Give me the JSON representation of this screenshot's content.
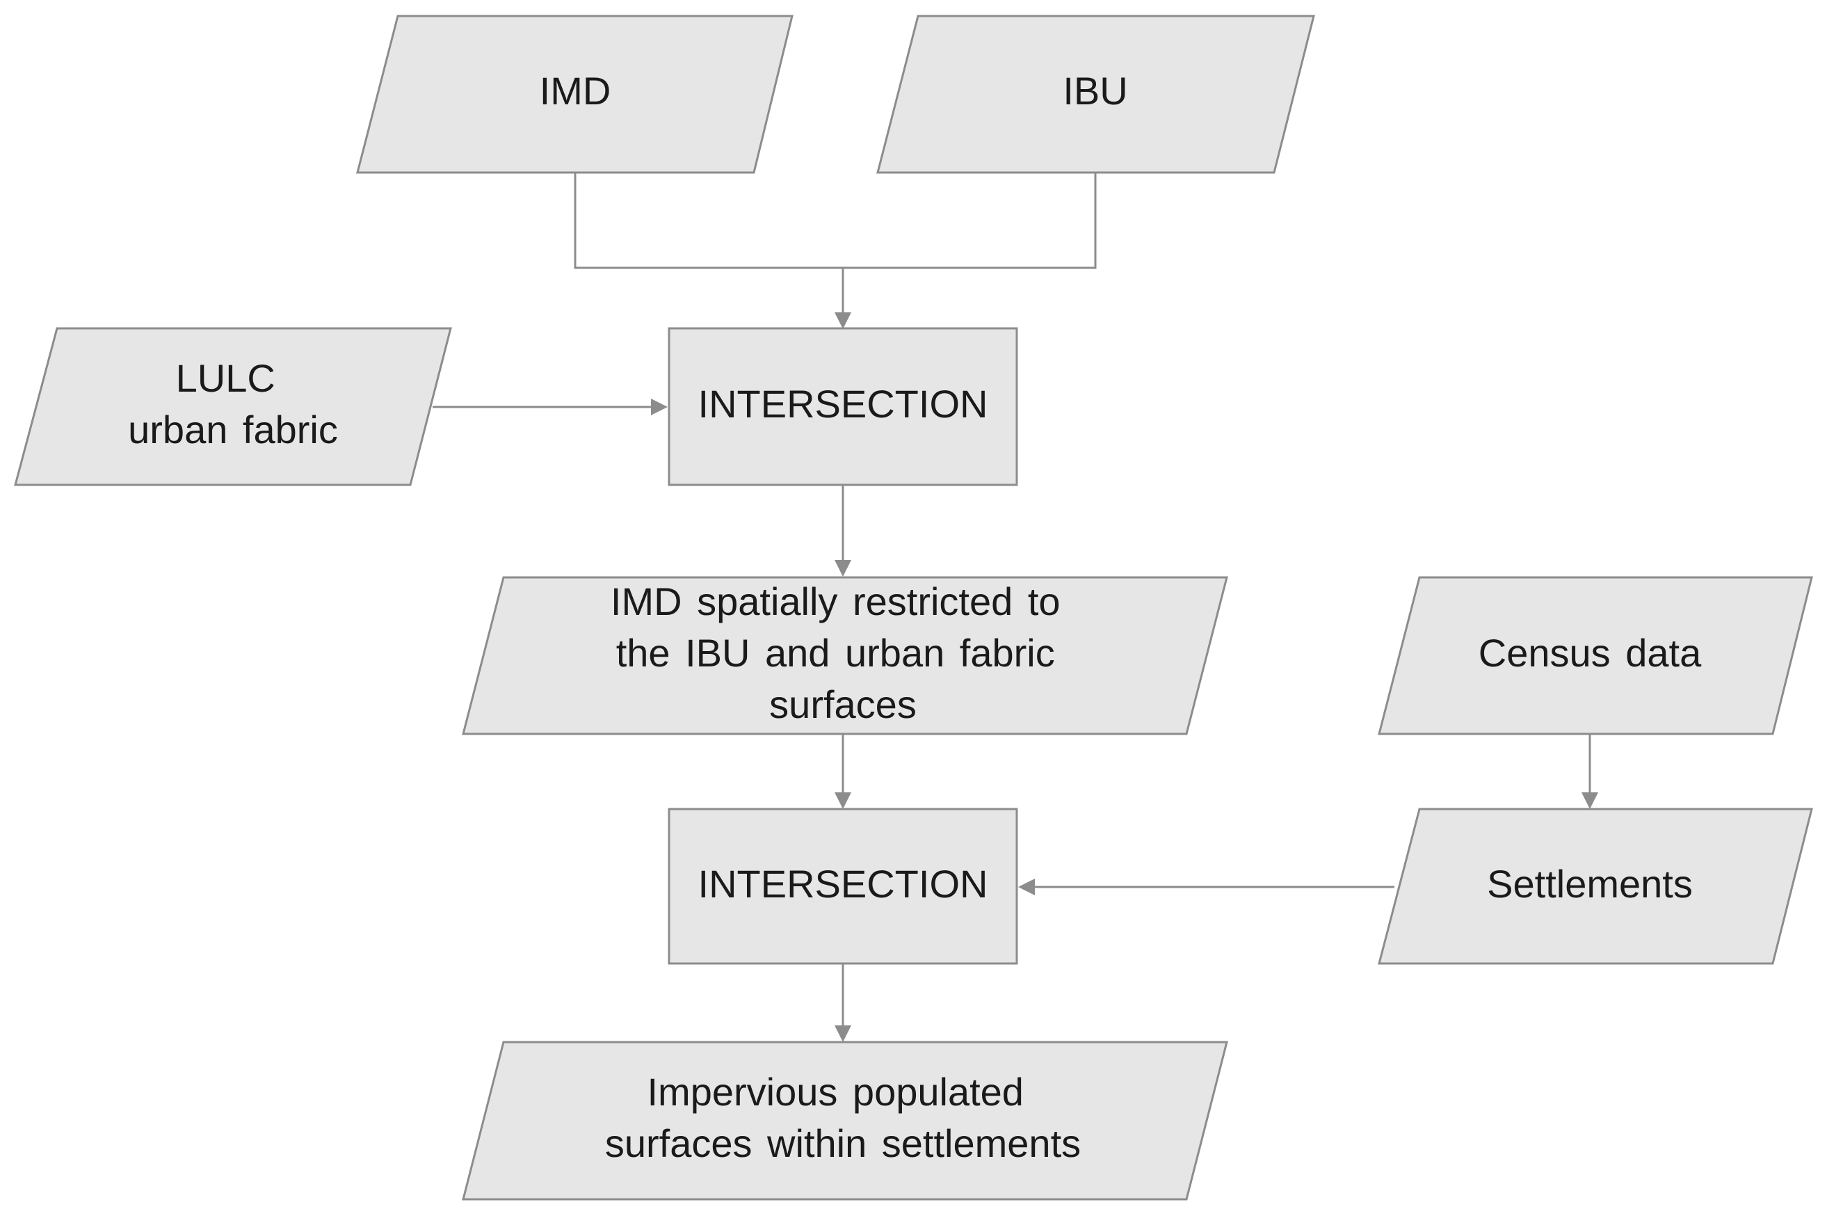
{
  "nodes": {
    "imd": {
      "lines": [
        "IMD"
      ]
    },
    "ibu": {
      "lines": [
        "IBU"
      ]
    },
    "lulc": {
      "lines": [
        "LULC",
        "urban fabric"
      ]
    },
    "intersection_1": {
      "lines": [
        "INTERSECTION"
      ]
    },
    "imd_restricted": {
      "lines": [
        "IMD spatially restricted to",
        "the IBU and urban fabric",
        "surfaces"
      ]
    },
    "census": {
      "lines": [
        "Census data"
      ]
    },
    "settlements": {
      "lines": [
        "Settlements"
      ]
    },
    "intersection_2": {
      "lines": [
        "INTERSECTION"
      ]
    },
    "impervious": {
      "lines": [
        "Impervious populated",
        "surfaces within settlements"
      ]
    }
  },
  "colors": {
    "shape_fill": "#e7e6e6",
    "stroke": "#8c8c8c",
    "text": "#1a1a1a"
  }
}
